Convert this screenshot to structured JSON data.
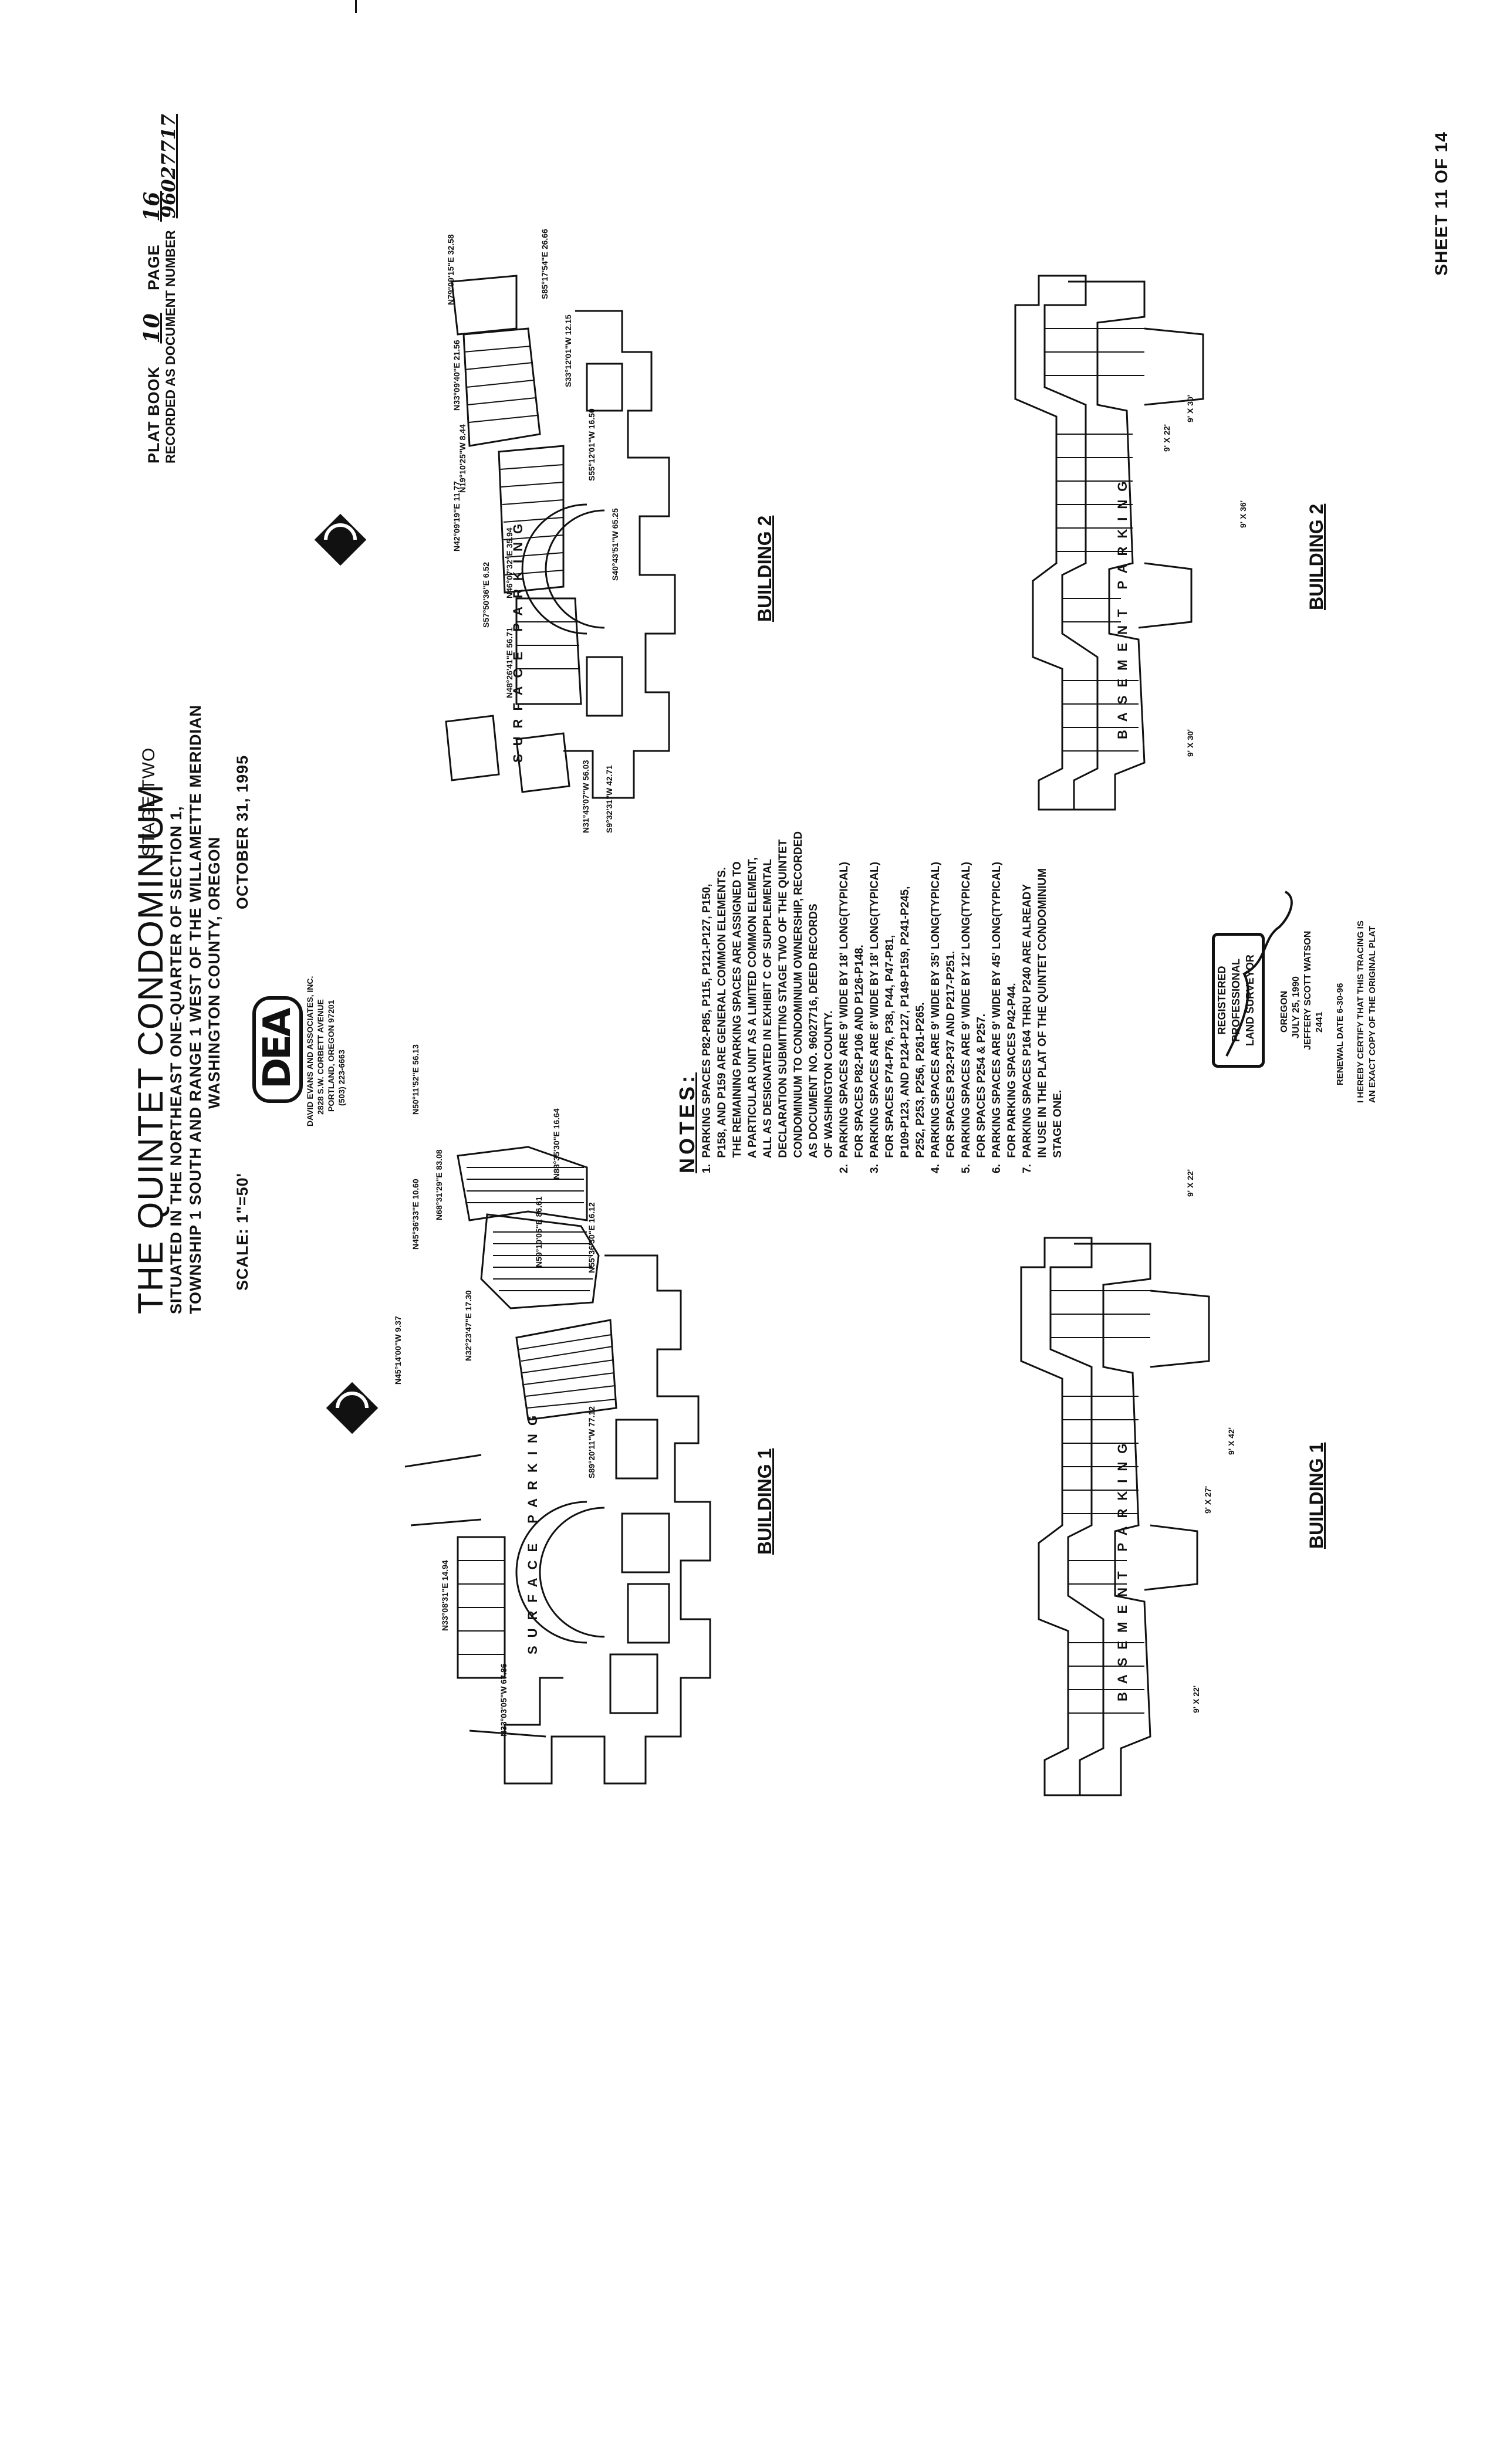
{
  "header": {
    "title": "THE QUINTET CONDOMINIUM",
    "stage": "STAGE TWO",
    "situated_1": "SITUATED IN THE NORTHEAST ONE-QUARTER OF SECTION 1,",
    "situated_2": "TOWNSHIP 1 SOUTH AND RANGE 1 WEST OF THE WILLAMETTE MERIDIAN",
    "situated_3": "WASHINGTON COUNTY, OREGON",
    "scale": "SCALE: 1\"=50'",
    "date": "OCTOBER 31, 1995"
  },
  "plat": {
    "book_label": "PLAT BOOK",
    "book_value": "10",
    "page_label": "PAGE",
    "page_value": "16",
    "recorded_label": "RECORDED AS DOCUMENT NUMBER",
    "recorded_value": "96027717"
  },
  "firm": {
    "logo_text": "DEA",
    "line1": "DAVID EVANS AND ASSOCIATES, INC.",
    "line2": "2828 S.W. CORBETT AVENUE",
    "line3": "PORTLAND, OREGON 97201",
    "line4": "(503) 223-6663"
  },
  "notes": {
    "title": "NOTES:",
    "items": [
      "1.  PARKING SPACES P82-P85, P115, P121-P127, P150,\n     P158, AND P159 ARE GENERAL COMMON ELEMENTS.\n     THE REMAINING PARKING SPACES ARE ASSIGNED TO\n     A PARTICULAR UNIT AS A LIMITED COMMON ELEMENT,\n     ALL AS DESIGNATED IN EXHIBIT C OF SUPPLEMENTAL\n     DECLARATION SUBMITTING STAGE TWO OF THE QUINTET\n     CONDOMINIUM TO CONDOMINIUM OWNERSHIP, RECORDED\n     AS DOCUMENT NO. 96027716, DEED RECORDS\n     OF WASHINGTON COUNTY.",
      "2.  PARKING SPACES ARE 9' WIDE BY 18' LONG(TYPICAL)\n     FOR SPACES P82-P106 AND P126-P148.",
      "3.  PARKING SPACES ARE 8' WIDE BY 18' LONG(TYPICAL)\n     FOR SPACES P74-P76, P38, P44, P47-P81,\n     P109-P123, AND P124-P127, P149-P159, P241-P245,\n     P252, P253, P256, P261-P265.",
      "4.  PARKING SPACES ARE 9' WIDE BY 35' LONG(TYPICAL)\n     FOR SPACES P32-P37 AND P217-P251.",
      "5.  PARKING SPACES ARE 9' WIDE BY 12' LONG(TYPICAL)\n     FOR SPACES P254 & P257.",
      "6.  PARKING SPACES ARE 9' WIDE BY 45' LONG(TYPICAL)\n     FOR PARKING SPACES P42-P44.",
      "7.  PARKING SPACES P164 THRU P240 ARE ALREADY\n     IN USE IN THE PLAT OF THE QUINTET CONDOMINIUM\n     STAGE ONE."
    ]
  },
  "seal": {
    "line1": "REGISTERED",
    "line2": "PROFESSIONAL",
    "line3": "LAND SURVEYOR",
    "state": "OREGON",
    "date": "JULY 25, 1990",
    "name": "JEFFERY SCOTT WATSON",
    "number": "2441",
    "renewal": "RENEWAL DATE 6-30-96",
    "certify_1": "I HEREBY CERTIFY THAT THIS TRACING IS",
    "certify_2": "AN EXACT COPY OF THE ORIGINAL PLAT"
  },
  "plans": {
    "b1_surface_label": "BUILDING 1",
    "b2_surface_label": "BUILDING 2",
    "b1_basement_label": "BUILDING 1",
    "b2_basement_label": "BUILDING 2",
    "surface_parking": "SURFACE   PARKING",
    "basement_parking": "BASEMENT   PARKING",
    "north_arrow": "north-arrow-icon"
  },
  "bearings_b1": [
    "N45°14'00\"W 9.37",
    "N45°36'33\"E 10.60",
    "N68°31'29\"E 83.08",
    "N50°11'52\"E 56.13",
    "N88°35'30\"E 16.64",
    "N32°23'47\"E 17.30",
    "N59°10'05\"E 86.61",
    "N55°36'30\"E 16.12",
    "S89°20'11\"W 77.12",
    "N33°03'05\"W 67.86",
    "N33°08'31\"E 14.94"
  ],
  "bearings_b2": [
    "N42°09'19\"E 11.77",
    "N19°10'25\"W 8.44",
    "N33°09'40\"E 21.56",
    "N79°09'15\"E 32.58",
    "S57°50'36\"E 6.52",
    "N46°07'32\"E 35.94",
    "N48°26'41\"E 56.71",
    "N31°43'07\"W 56.03",
    "S9°32'31\"W 42.71",
    "S55°12'01\"W 16.50",
    "S40°43'51\"W 65.25",
    "S85°17'54\"E 26.66",
    "S33°12'01\"W 12.15"
  ],
  "dims": {
    "b1_a": "9' X 22'",
    "b1_b": "9' X 42'",
    "b1_c": "9' X 27'",
    "b1_d": "9' X 22'",
    "b2_a": "9' X 22'",
    "b2_b": "9' X 30'",
    "b2_c": "9' X 36'",
    "b2_d": "9' X 30'"
  },
  "sheet": "SHEET 11 OF 14"
}
